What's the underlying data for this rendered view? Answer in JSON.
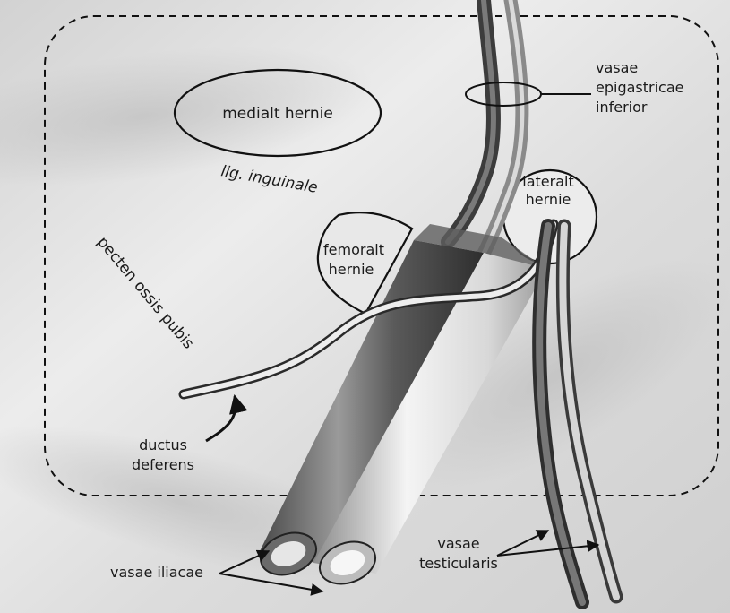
{
  "labels": {
    "medial_hernia": "medialt hernie",
    "lateral_hernia_line1": "lateralt",
    "lateral_hernia_line2": "hernie",
    "femoral_hernia_line1": "femoralt",
    "femoral_hernia_line2": "hernie",
    "inguinal_ligament": "lig. inguinale",
    "pecten": "pecten ossis pubis",
    "epigastric_line1": "vasae",
    "epigastric_line2": "epigastricae",
    "epigastric_line3": "inferior",
    "ductus_line1": "ductus",
    "ductus_line2": "deferens",
    "iliac": "vasae iliacae",
    "testicular_line1": "vasae",
    "testicular_line2": "testicularis"
  }
}
